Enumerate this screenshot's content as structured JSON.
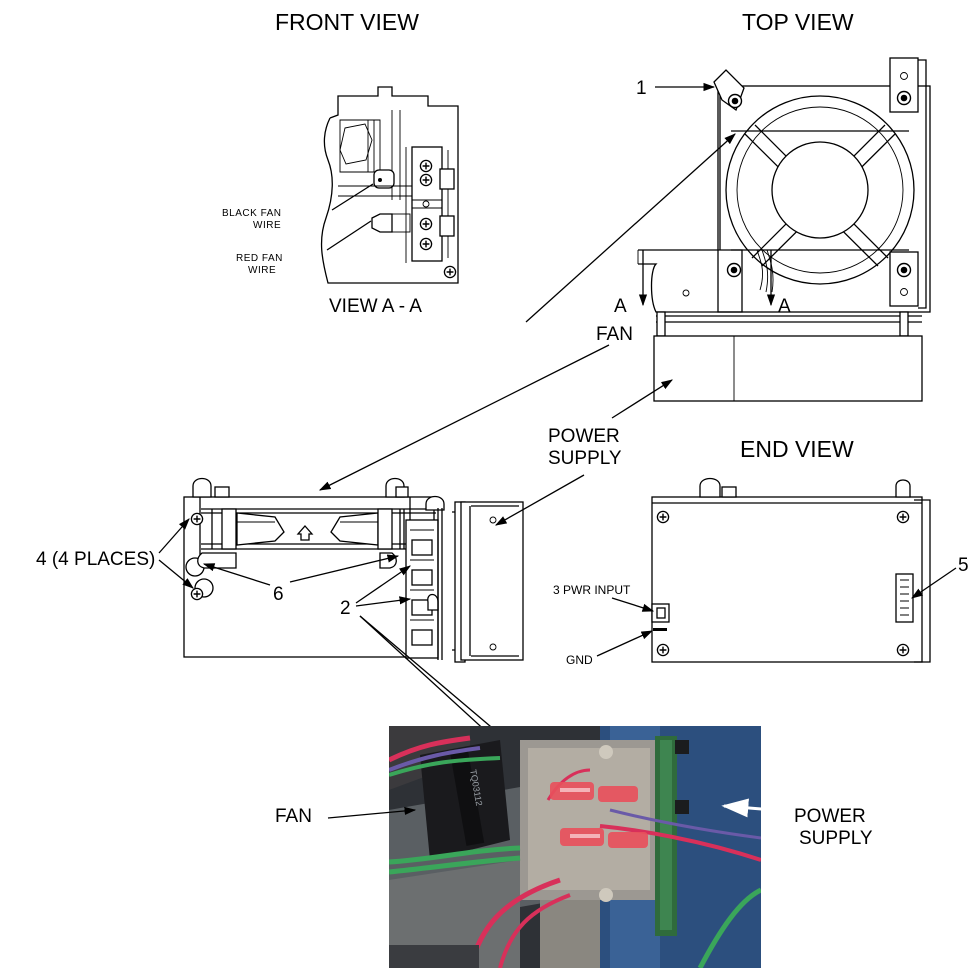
{
  "headings": {
    "front_view": "FRONT VIEW",
    "top_view": "TOP VIEW",
    "end_view": "END VIEW",
    "view_aa": "VIEW  A - A"
  },
  "labels": {
    "black_fan_wire_1": "BLACK FAN",
    "black_fan_wire_2": "WIRE",
    "red_fan_wire_1": "RED FAN",
    "red_fan_wire_2": "WIRE",
    "callout_1": "1",
    "section_a_left": "A",
    "section_a_right": "A",
    "fan_drawing": "FAN",
    "power_supply_drawing_1": "POWER",
    "power_supply_drawing_2": "SUPPLY",
    "callout_4": "4 (4 PLACES)",
    "callout_6": "6",
    "callout_2": "2",
    "callout_5": "5",
    "pwr_input": "3 PWR INPUT",
    "gnd": "GND",
    "fan_photo": "FAN",
    "power_supply_photo_1": "POWER",
    "power_supply_photo_2": "SUPPLY",
    "photo_fan_marking": "TQ03112"
  },
  "colors": {
    "line": "#000000",
    "background": "#ffffff",
    "photo_bg": "#2e3136",
    "photo_metal": "#9c9892",
    "photo_board": "#2f6b3c",
    "photo_panel": "#2c4f7e",
    "photo_red_connector": "#e8505c",
    "photo_wire_green": "#3aa65a",
    "photo_wire_red": "#d8305a",
    "photo_wire_purple": "#6a5aa8"
  },
  "icons": {
    "fan_airflow_arrow": "up-arrow-icon",
    "screw": "phillips-screw-icon"
  }
}
